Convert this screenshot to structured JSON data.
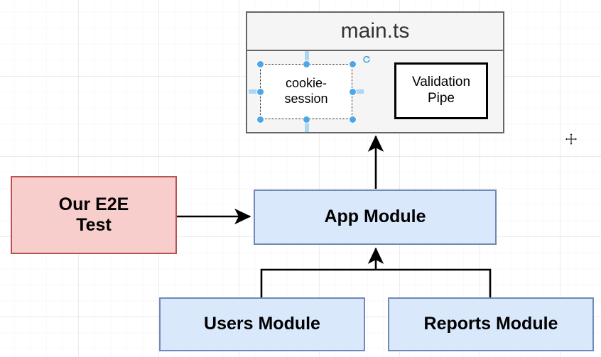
{
  "diagram": {
    "title": "NestJS application module structure diagram",
    "colors": {
      "module_fill": "#dae8fc",
      "module_border": "#7089b8",
      "test_fill": "#f8cecc",
      "test_border": "#b85450",
      "container_fill": "#f5f5f5",
      "container_border": "#666666",
      "plain_fill": "#ffffff",
      "plain_border": "#000000",
      "selection_accent": "#4da6e8",
      "edge_color": "#000000"
    },
    "container": {
      "title": "main.ts",
      "children": [
        {
          "label": "cookie-session",
          "line1": "cookie-",
          "line2": "session",
          "selected": true
        },
        {
          "label": "Validation Pipe",
          "line1": "Validation",
          "line2": "Pipe",
          "selected": false
        }
      ]
    },
    "nodes": {
      "e2e_test": {
        "line1": "Our E2E",
        "line2": "Test"
      },
      "app_module": {
        "label": "App Module"
      },
      "users_module": {
        "label": "Users Module"
      },
      "reports_module": {
        "label": "Reports Module"
      }
    },
    "selection": {
      "rotate_icon": "rotate-icon",
      "cursor": "move-cursor",
      "handle_count": 8
    },
    "edges": [
      {
        "from": "Our E2E Test",
        "to": "App Module",
        "direction": "right"
      },
      {
        "from": "App Module",
        "to": "main.ts",
        "direction": "up"
      },
      {
        "from": "Users Module",
        "to": "App Module",
        "direction": "up"
      },
      {
        "from": "Reports Module",
        "to": "App Module",
        "direction": "up"
      }
    ]
  }
}
